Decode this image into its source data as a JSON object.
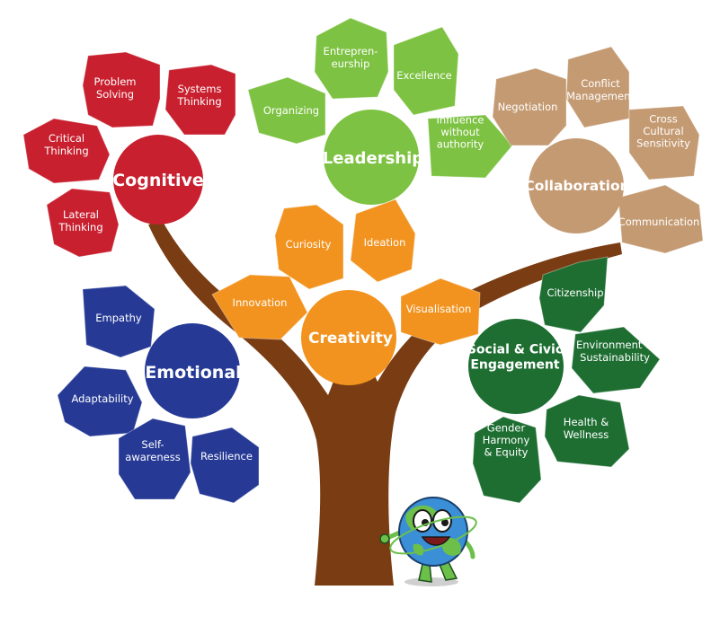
{
  "colors": {
    "trunk": "#7a3d13",
    "cognitive": "#c8202f",
    "leadership": "#7dc242",
    "collaboration": "#c49a72",
    "creativity": "#f2931f",
    "emotional": "#263a95",
    "social": "#1e6e32",
    "globe_ocean": "#3a8fd6",
    "globe_land": "#6cc04a"
  },
  "clusters": {
    "cognitive": {
      "title": "Cognitive",
      "leaves": [
        "Problem\nSolving",
        "Systems\nThinking",
        "Critical\nThinking",
        "Lateral\nThinking"
      ]
    },
    "leadership": {
      "title": "Leadership",
      "leaves": [
        "Entrepren-\neurship",
        "Excellence",
        "Organizing",
        "Influence\nwithout\nauthority"
      ]
    },
    "collaboration": {
      "title": "Collaboration",
      "leaves": [
        "Negotiation",
        "Conflict\nManagement",
        "Cross\nCultural\nSensitivity",
        "Communication"
      ]
    },
    "creativity": {
      "title": "Creativity",
      "leaves": [
        "Curiosity",
        "Ideation",
        "Innovation",
        "Visualisation"
      ]
    },
    "emotional": {
      "title": "Emotional",
      "leaves": [
        "Empathy",
        "Adaptability",
        "Self-\nawareness",
        "Resilience"
      ]
    },
    "social": {
      "title": "Social & Civic\nEngagement",
      "leaves": [
        "Citizenship",
        "Environment &\nSustainability",
        "Health &\nWellness",
        "Gender\nHarmony\n& Equity"
      ]
    }
  },
  "mascot": {
    "icon": "globe-mascot-icon"
  }
}
